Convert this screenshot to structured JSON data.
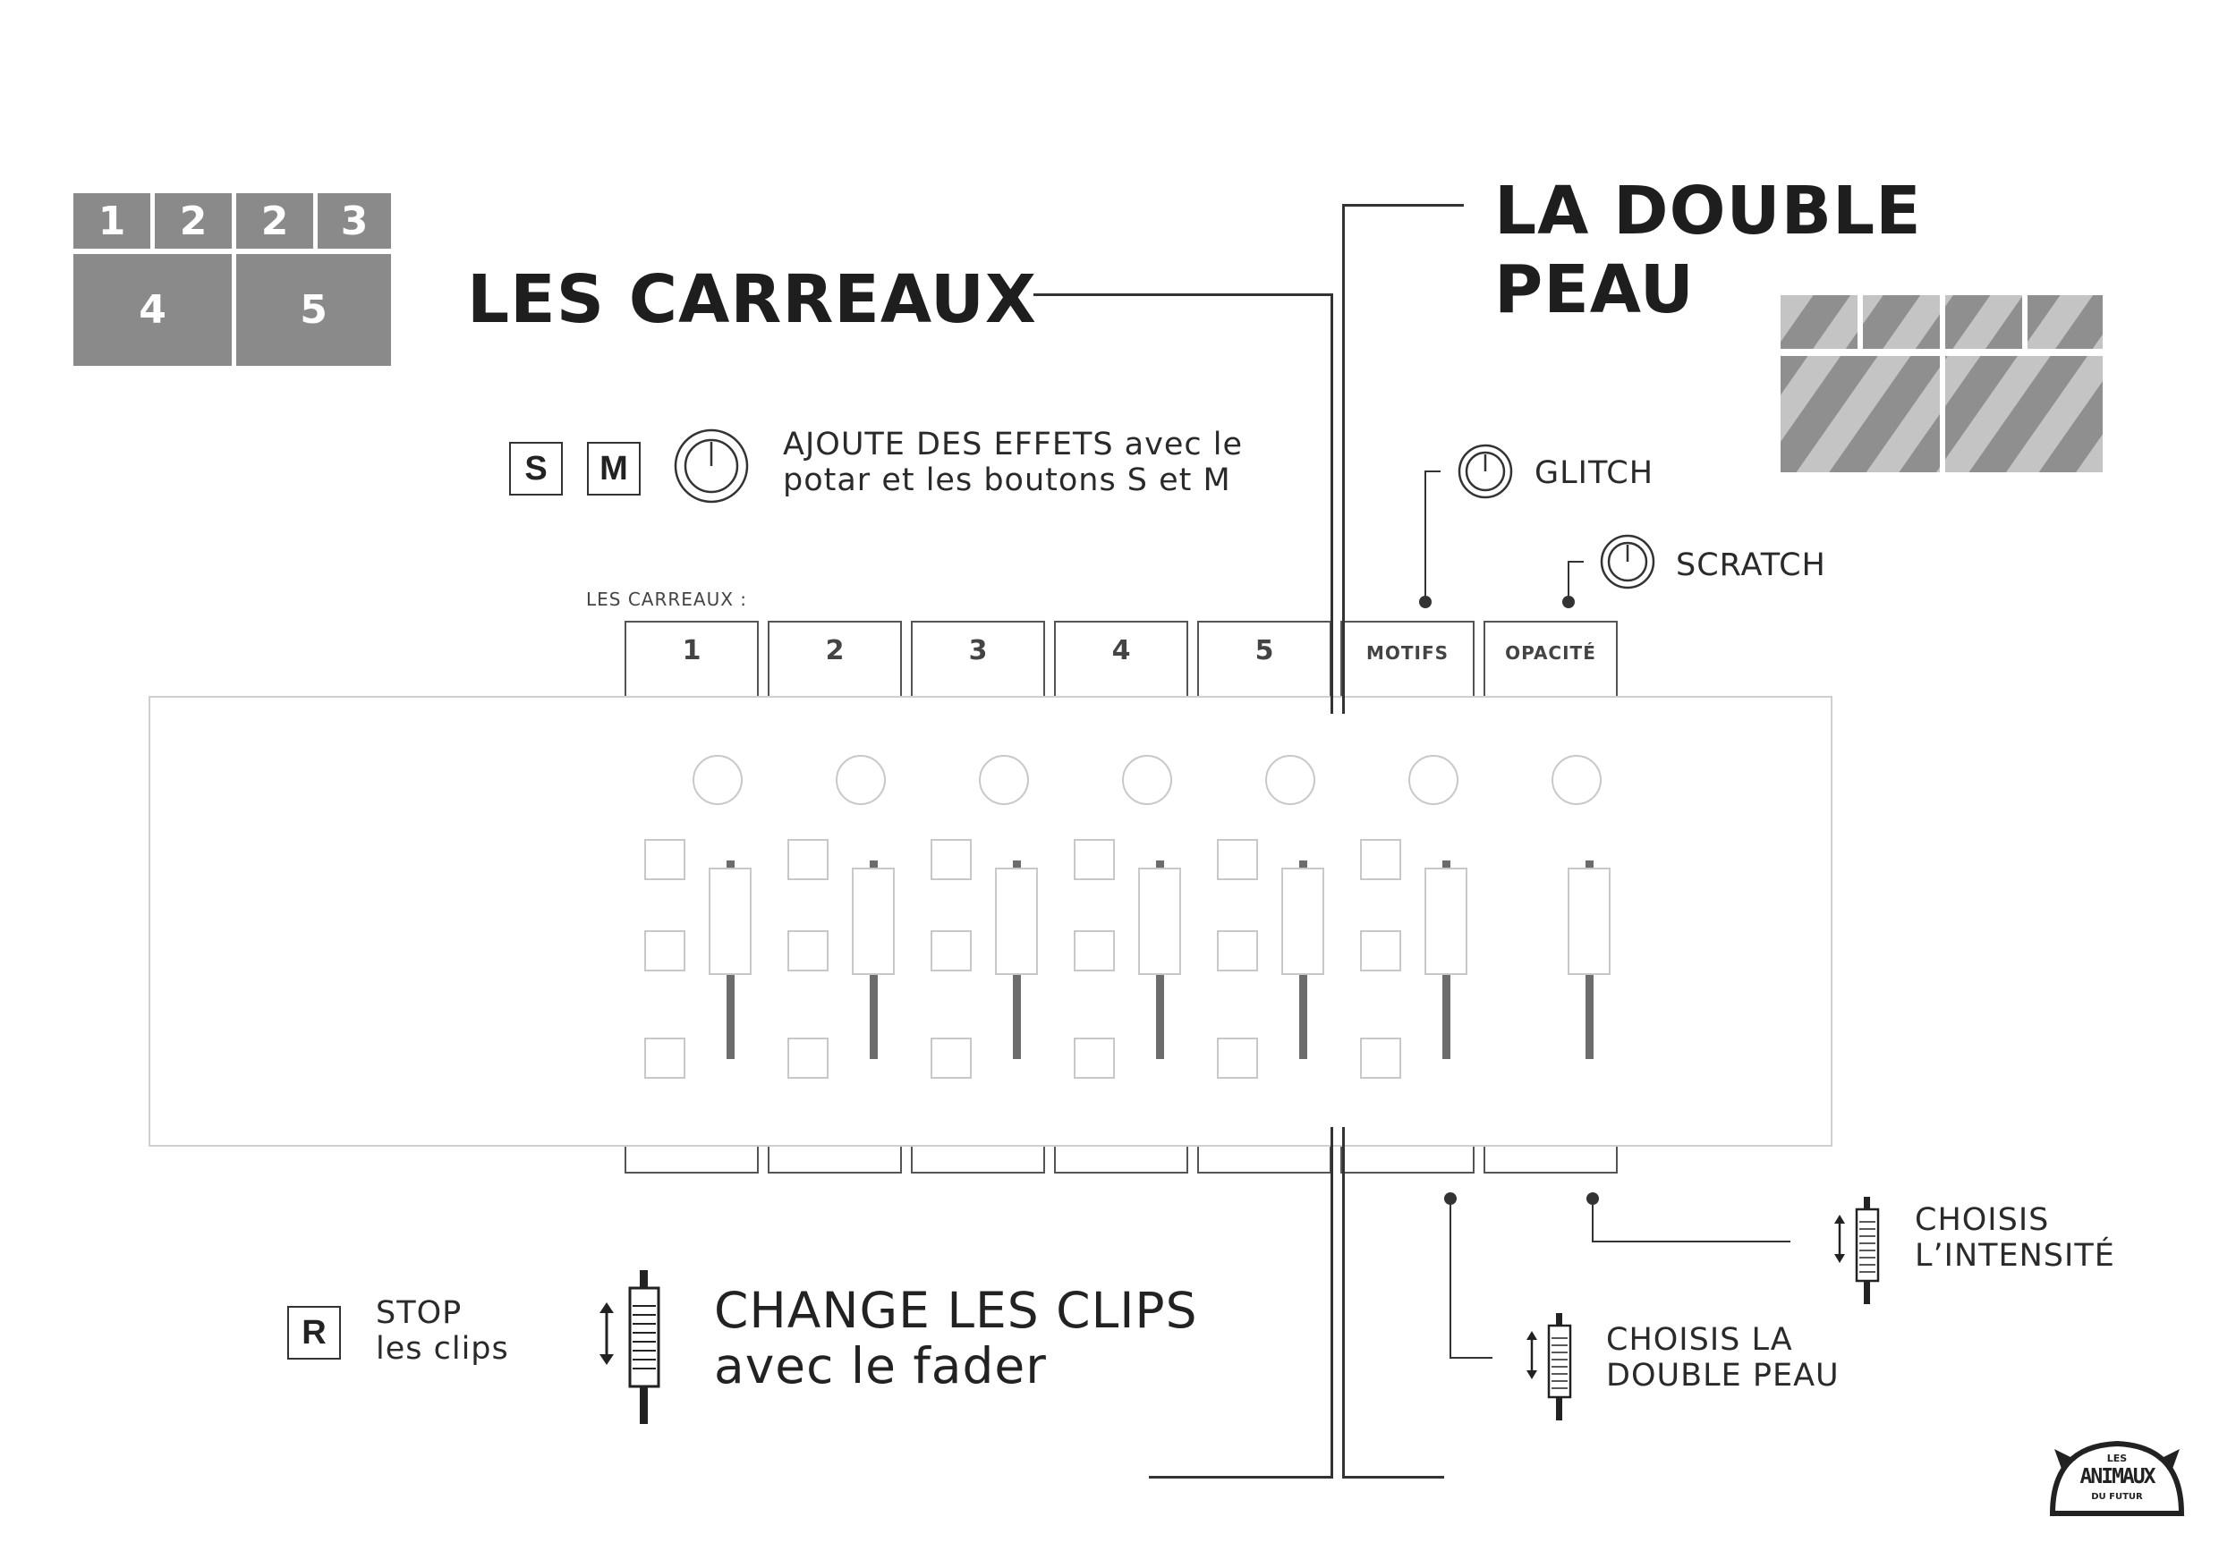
{
  "tile_labels": [
    "1",
    "2",
    "2",
    "3",
    "4",
    "5"
  ],
  "headings": {
    "les_carreaux": "LES CARREAUX",
    "double_peau_line1": "LA DOUBLE",
    "double_peau_line2": "PEAU",
    "change_clips_line1": "CHANGE LES CLIPS",
    "change_clips_line2": "avec le fader"
  },
  "effects": {
    "key_s": "S",
    "key_m": "M",
    "text_line1": "AJOUTE DES EFFETS avec le",
    "text_line2": "potar et les boutons S et M"
  },
  "knob_labels": {
    "glitch": "GLITCH",
    "scratch": "SCRATCH"
  },
  "channels_caption": "LES CARREAUX :",
  "channel_tabs": [
    "1",
    "2",
    "3",
    "4",
    "5",
    "MOTIFS",
    "OPACITÉ"
  ],
  "stop": {
    "key": "R",
    "line1": "STOP",
    "line2": "les clips"
  },
  "double_peau_fader": {
    "line1": "CHOISIS LA",
    "line2": "DOUBLE PEAU"
  },
  "intensity_fader": {
    "line1": "CHOISIS",
    "line2": "L’INTENSITÉ"
  },
  "logo": {
    "top": "LES",
    "main": "ANIMAUX",
    "bottom": "DU FUTUR"
  },
  "colors": {
    "tile": "#8a8a8a",
    "striped_light": "#c4c4c4",
    "striped_dark": "#8f8f8f",
    "outline": "#c8c8c8",
    "track": "#6c6c6c"
  },
  "icons": [
    "knob-icon",
    "fader-icon",
    "up-down-arrow-icon"
  ]
}
